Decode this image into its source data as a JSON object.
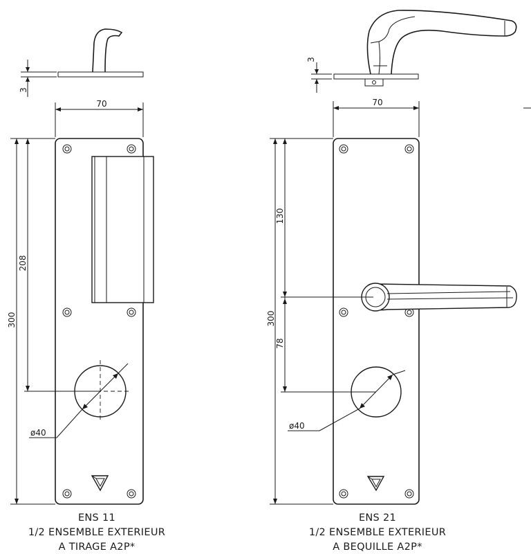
{
  "left": {
    "name": "ENS 11",
    "line2": "1/2 ENSEMBLE EXTERIEUR",
    "line3": "A TIRAGE A2P*",
    "dim_width": "70",
    "dim_total_height": "300",
    "dim_pull_height": "208",
    "dim_thickness": "3",
    "dim_hole": "ø40"
  },
  "right": {
    "name": "ENS 21",
    "line2": "1/2 ENSEMBLE EXTERIEUR",
    "line3": "A BEQUILLE A2P*",
    "dim_width": "70",
    "dim_total_height": "300",
    "dim_upper": "130",
    "dim_lower": "78",
    "dim_thickness": "3",
    "dim_hole": "ø40"
  }
}
